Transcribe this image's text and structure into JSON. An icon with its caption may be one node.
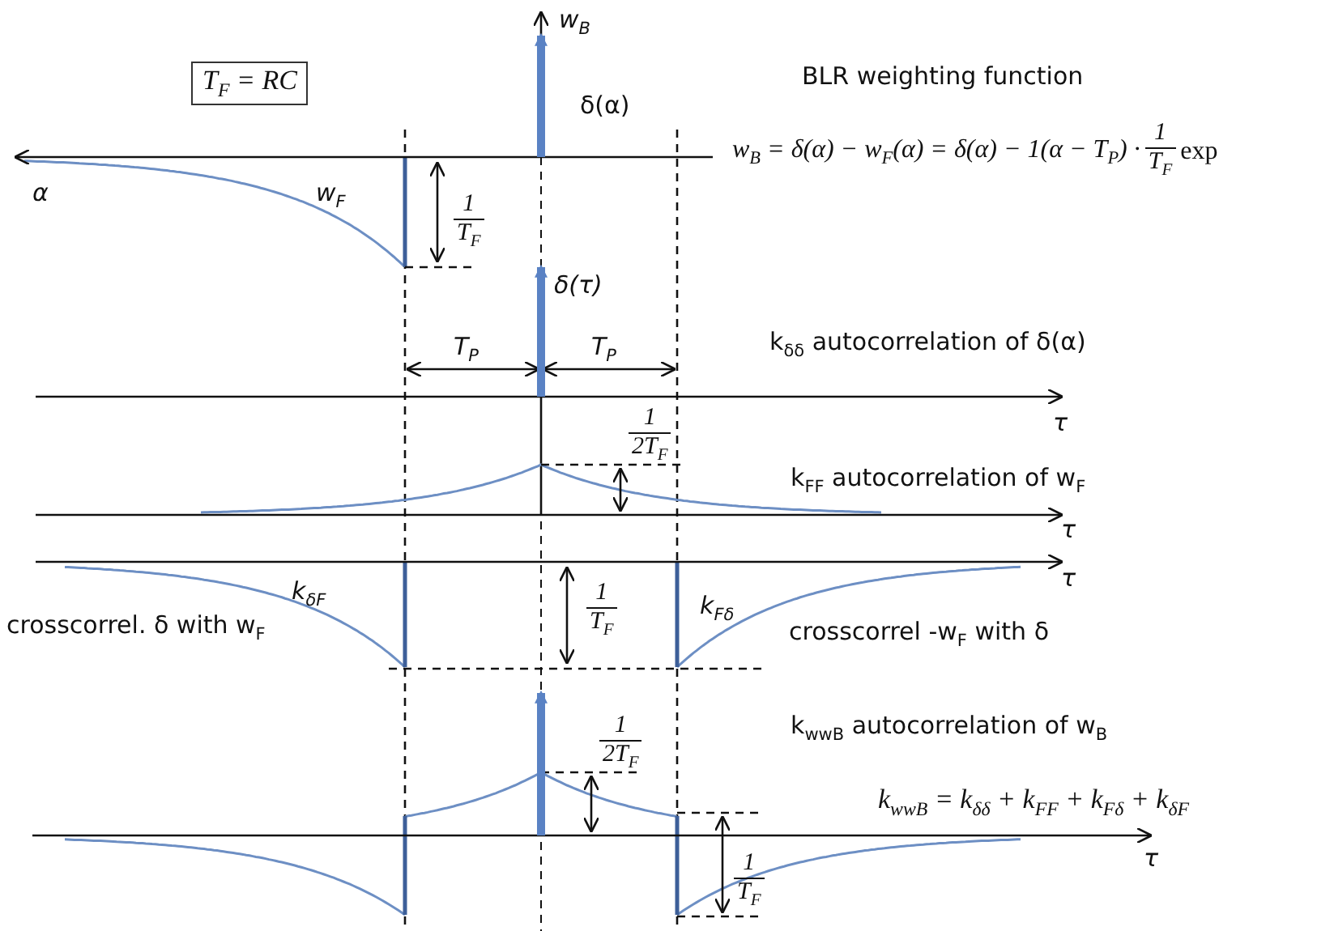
{
  "diagram": {
    "nodes": [
      {
        "text": [
          "T$_{F}$ = RC"
        ]
      }
    ],
    "labels": [
      "w$_{B}$",
      "δ(α)",
      "BLR weighting function",
      "α",
      "w$_{F}$",
      "1",
      "T$_{F}$",
      "w$_{B}$ = δ(α) − w$_{F}$(α) = δ(α) − 1(α − T$_{P}$) ·",
      "1",
      "T$_{F}$",
      "exp",
      "δ(τ)",
      "T$_{P}$",
      "T$_{P}$",
      "k$_{δδ}$ autocorrelation of δ(α)",
      "τ",
      "1",
      "2T$_{F}$",
      "k$_{FF}$ autocorrelation of w$_{F}$",
      "τ",
      "τ",
      "k$_{δF}$",
      "crosscorrel. δ with w$_{F}$",
      "1",
      "T$_{F}$",
      "k$_{Fδ}$",
      "crosscorrel -w$_{F}$ with δ",
      "k$_{wwB}$ autocorrelation of w$_{B}$",
      "1",
      "2T$_{F}$",
      "k$_{wwB}$ = k$_{δδ}$ + k$_{FF}$ + k$_{Fδ}$ + k$_{δF}$",
      "1",
      "T$_{F}$",
      "τ"
    ]
  }
}
